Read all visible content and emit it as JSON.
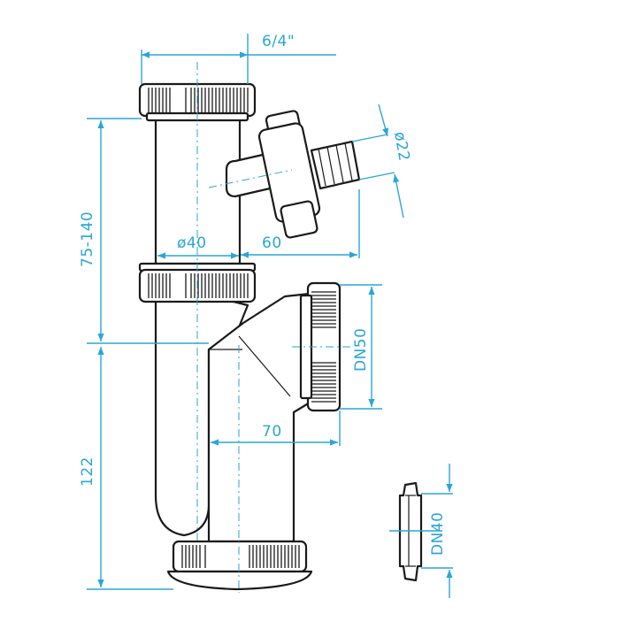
{
  "dimensions": {
    "thread": "6/4\"",
    "height_adjust": "75-140",
    "pipe_diameter": "ø40",
    "side_inlet_offset": "60",
    "hose_diameter": "ø22",
    "outlet_size": "DN50",
    "outlet_offset": "70",
    "bottom_height": "122",
    "adapter_size": "DN40"
  },
  "colors": {
    "dimension": "#2aa6d6",
    "outline": "#1a1a1a"
  }
}
